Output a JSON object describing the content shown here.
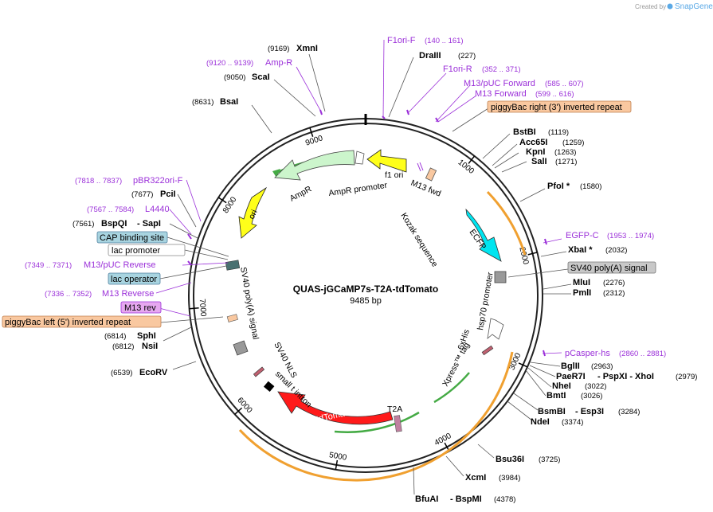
{
  "header": {
    "created_by": "Created by",
    "brand": "SnapGene"
  },
  "plasmid": {
    "name": "QUAS-jGCaMP7s-T2A-tdTomato",
    "size": "9485 bp",
    "length": 9485
  },
  "ruler": [
    "1000",
    "2000",
    "3000",
    "4000",
    "5000",
    "6000",
    "7000",
    "8000",
    "9000"
  ],
  "enzymes": [
    {
      "name": "XmnI",
      "pos": "(9169)"
    },
    {
      "name": "DraIII",
      "pos": "(227)"
    },
    {
      "name": "ScaI",
      "pos": "(9050)"
    },
    {
      "name": "BsaI",
      "pos": "(8631)"
    },
    {
      "name": "BstBI",
      "pos": "(1119)"
    },
    {
      "name": "Acc65I",
      "pos": "(1259)"
    },
    {
      "name": "KpnI",
      "pos": "(1263)"
    },
    {
      "name": "SalI",
      "pos": "(1271)"
    },
    {
      "name": "PfoI *",
      "pos": "(1580)"
    },
    {
      "name": "PciI",
      "pos": "(7677)"
    },
    {
      "name": "BspQI",
      "pos": "(7561)",
      "extra": "- SapI"
    },
    {
      "name": "XbaI *",
      "pos": "(2032)"
    },
    {
      "name": "MluI",
      "pos": "(2276)"
    },
    {
      "name": "PmlI",
      "pos": "(2312)"
    },
    {
      "name": "SphI",
      "pos": "(6814)"
    },
    {
      "name": "NsiI",
      "pos": "(6812)"
    },
    {
      "name": "EcoRV",
      "pos": "(6539)"
    },
    {
      "name": "BglII",
      "pos": "(2963)"
    },
    {
      "name": "PaeR7I",
      "pos": "(2979)",
      "extra": "- PspXI  - XhoI"
    },
    {
      "name": "NheI",
      "pos": "(3022)"
    },
    {
      "name": "BmtI",
      "pos": "(3026)"
    },
    {
      "name": "BsmBI",
      "pos": "(3284)",
      "extra": "- Esp3I"
    },
    {
      "name": "NdeI",
      "pos": "(3374)"
    },
    {
      "name": "Bsu36I",
      "pos": "(3725)"
    },
    {
      "name": "XcmI",
      "pos": "(3984)"
    },
    {
      "name": "BfuAI",
      "pos": "(4378)",
      "extra": "- BspMI"
    }
  ],
  "primers": [
    {
      "name": "F1ori-F",
      "pos": "(140 .. 161)"
    },
    {
      "name": "Amp-R",
      "pos": "(9120 .. 9139)"
    },
    {
      "name": "F1ori-R",
      "pos": "(352 .. 371)"
    },
    {
      "name": "M13/pUC Forward",
      "pos": "(585 .. 607)"
    },
    {
      "name": "M13 Forward",
      "pos": "(599 .. 616)"
    },
    {
      "name": "pBR322ori-F",
      "pos": "(7818 .. 7837)"
    },
    {
      "name": "L4440",
      "pos": "(7567 .. 7584)"
    },
    {
      "name": "EGFP-C",
      "pos": "(1953 .. 1974)"
    },
    {
      "name": "M13/pUC Reverse",
      "pos": "(7349 .. 7371)"
    },
    {
      "name": "M13 Reverse",
      "pos": "(7336 .. 7352)"
    },
    {
      "name": "pCasper-hs",
      "pos": "(2860 .. 2881)"
    }
  ],
  "boxed": [
    {
      "name": "piggyBac right (3') inverted repeat",
      "color": "#f9c8a0"
    },
    {
      "name": "CAP binding site",
      "color": "#a8d4e0"
    },
    {
      "name": "lac promoter",
      "color": "#ffffff"
    },
    {
      "name": "lac operator",
      "color": "#a8d4e0"
    },
    {
      "name": "M13 rev",
      "color": "#e6a8f0"
    },
    {
      "name": "piggyBac left (5') inverted repeat",
      "color": "#f9c8a0"
    },
    {
      "name": "SV40 poly(A) signal",
      "color": "#c8c8c8"
    }
  ],
  "features": {
    "f1_ori": "f1 ori",
    "ampr_promoter": "AmpR promoter",
    "ampr": "AmpR",
    "ori": "ori",
    "m13_fwd": "M13 fwd",
    "kozak": "Kozak sequence",
    "ecfp": "ECFP",
    "hsp70": "hsp70 promoter",
    "sixhis": "6xHis",
    "xpress": "Xpress™ tag",
    "sv40_polya": "SV40 poly(A) signal",
    "sv40_nls": "SV40 NLS",
    "small_t": "small t intron",
    "tdtomato": "tdTomato",
    "t2a": "T2A"
  },
  "colors": {
    "ecfp": "#00e5f0",
    "tdtomato": "#ff1a1a",
    "f1_ori": "#ffff1a",
    "ori": "#ffff1a",
    "ampr": "#ccf5cc",
    "orange_arc": "#f0a030",
    "green_arc": "#44aa44"
  }
}
